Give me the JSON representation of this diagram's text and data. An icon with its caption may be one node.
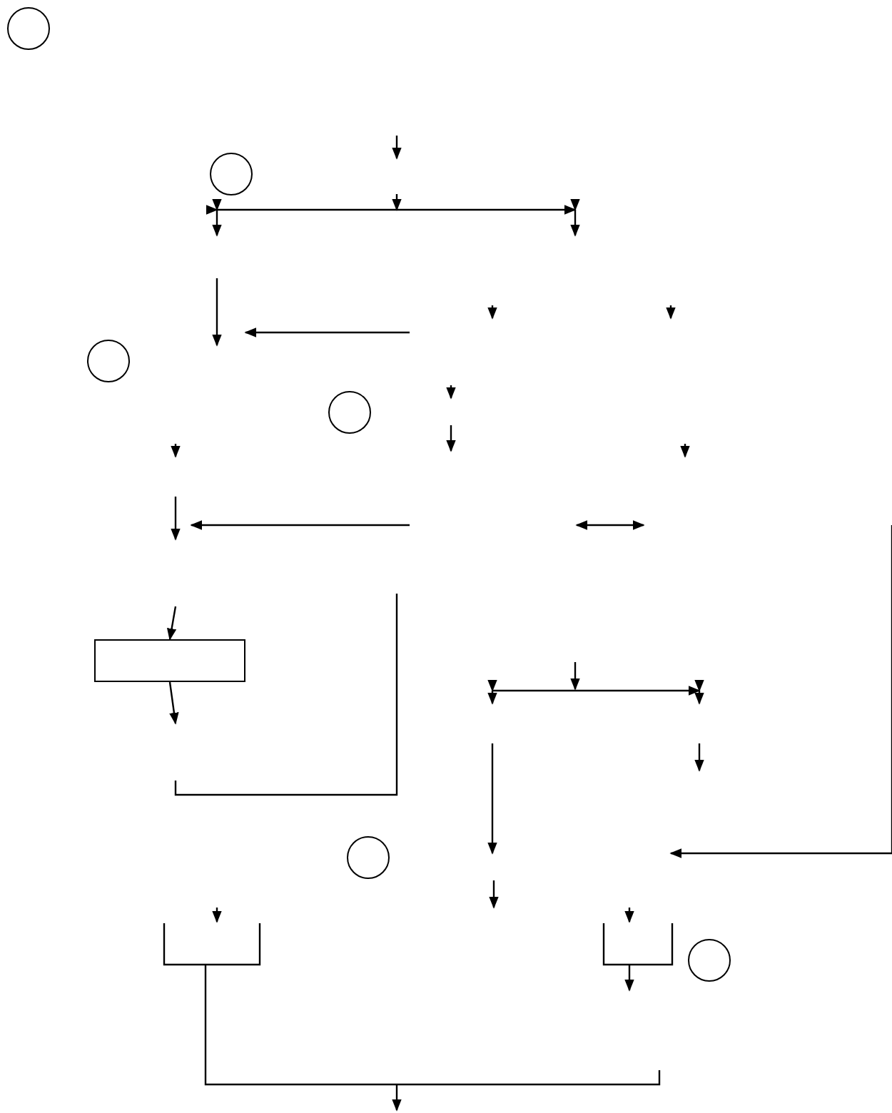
{
  "diagram": {
    "nodes": [
      {
        "text": [],
        "shape": "circle"
      },
      {
        "text": [],
        "shape": "circle"
      },
      {
        "text": [],
        "shape": "circle"
      },
      {
        "text": [],
        "shape": "circle"
      },
      {
        "text": [],
        "shape": "circle"
      },
      {
        "text": [],
        "shape": "circle"
      },
      {
        "text": [],
        "shape": "box"
      }
    ],
    "edges": [
      {
        "from": null,
        "to": 6,
        "arrow": "to"
      },
      {
        "from": 6,
        "to": null,
        "arrow": "to"
      }
    ]
  }
}
